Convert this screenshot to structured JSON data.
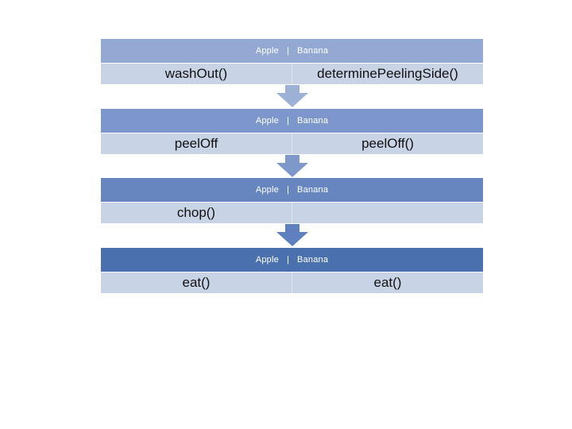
{
  "stages": [
    {
      "header": {
        "left": "Apple",
        "sep": "|",
        "right": "Banana"
      },
      "left": "washOut()",
      "right": "determinePeelingSide()",
      "header_color": "#93a8d3"
    },
    {
      "header": {
        "left": "Apple",
        "sep": "|",
        "right": "Banana"
      },
      "left": "peelOff",
      "right": "peelOff()",
      "header_color": "#7d97cc"
    },
    {
      "header": {
        "left": "Apple",
        "sep": "|",
        "right": "Banana"
      },
      "left": "chop()",
      "right": "",
      "header_color": "#6786c0"
    },
    {
      "header": {
        "left": "Apple",
        "sep": "|",
        "right": "Banana"
      },
      "left": "eat()",
      "right": "eat()",
      "header_color": "#4a70ad"
    }
  ],
  "arrows": [
    {
      "icon": "down-arrow-icon",
      "color": "#9db0d6"
    },
    {
      "icon": "down-arrow-icon",
      "color": "#7f98cc"
    },
    {
      "icon": "down-arrow-icon",
      "color": "#5f80bf"
    }
  ]
}
